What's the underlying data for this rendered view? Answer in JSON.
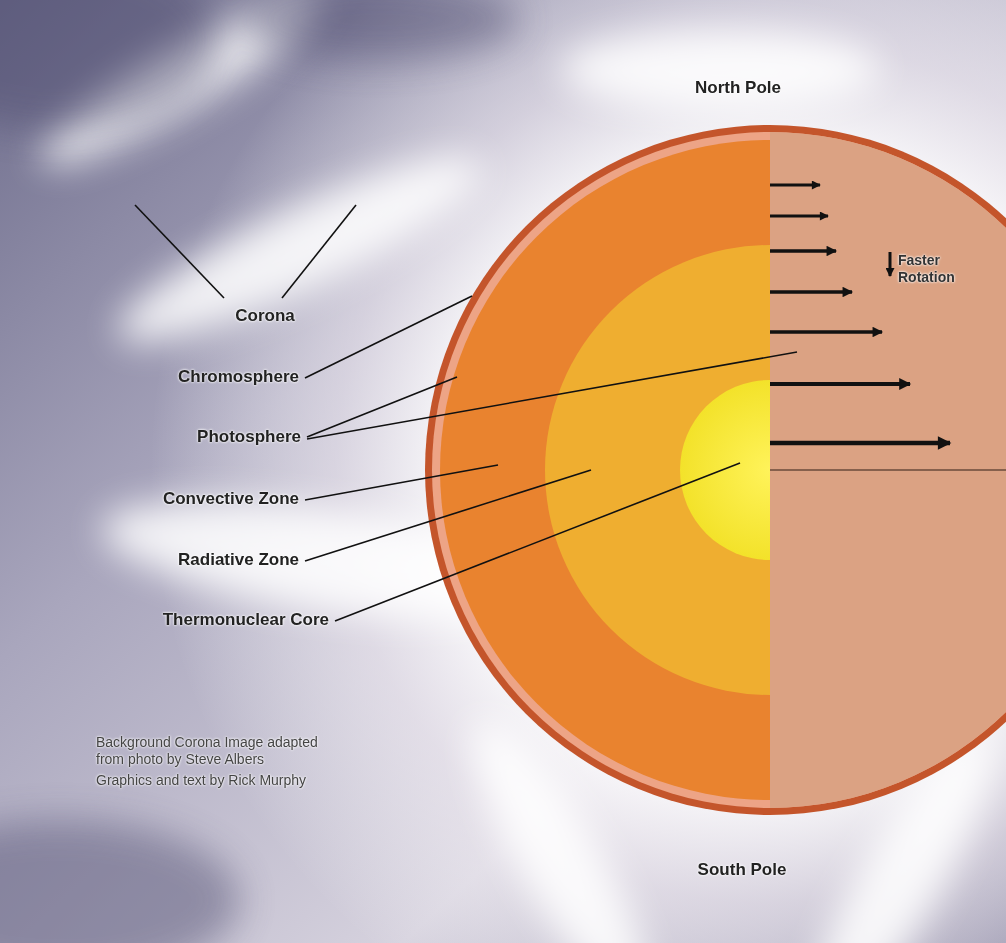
{
  "diagram": {
    "labels": [
      "North Pole",
      "Faster Rotation",
      "Corona",
      "Chromosphere",
      "Photosphere",
      "Convective Zone",
      "Radiative Zone",
      "Thermonuclear Core",
      "Background Corona Image adapted from photo by Steve Albers",
      "Graphics and text by Rick Murphy",
      "South Pole"
    ]
  }
}
